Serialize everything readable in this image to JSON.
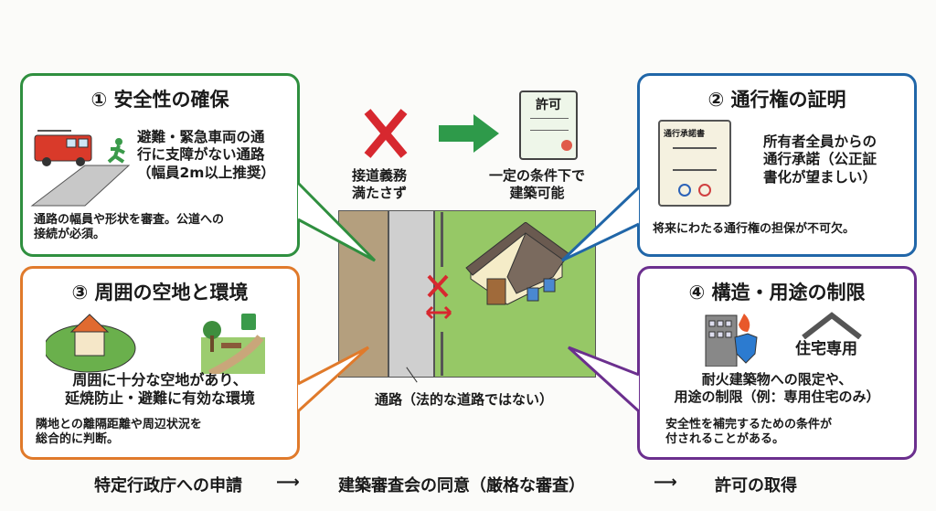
{
  "colors": {
    "green": "#2f8f3f",
    "blue": "#2066a8",
    "orange": "#e07a2b",
    "purple": "#6b2f8e",
    "red": "#d7282f"
  },
  "center": {
    "before_label": "接道義務\n満たさず",
    "after_label": "一定の条件下で\n建築可能",
    "certificate_title": "許可",
    "passage_label": "通路（法的な道路ではない）"
  },
  "boxes": [
    {
      "title": "① 安全性の確保",
      "main": "避難・緊急車両の通\n行に支障がない通路\n（幅員2m以上推奨）",
      "note": "通路の幅員や形状を審査。公道への\n接続が必須。",
      "icon": "fire-truck-runner-icon"
    },
    {
      "title": "② 通行権の証明",
      "main": "所有者全員からの\n通行承諾（公正証\n書化が望ましい）",
      "note": "将来にわたる通行権の担保が不可欠。",
      "doc_title": "通行承諾書",
      "icon": "consent-document-icon"
    },
    {
      "title": "③ 周囲の空地と環境",
      "main": "周囲に十分な空地があり、\n延焼防止・避難に有効な環境",
      "note": "隣地との離隔距離や周辺状況を\n総合的に判断。",
      "icon": "open-space-park-icon"
    },
    {
      "title": "④ 構造・用途の制限",
      "main": "耐火建築物への限定や、\n用途の制限（例：専用住宅のみ）",
      "note": "安全性を補完するための条件が\n付されることがある。",
      "house_label": "住宅専用",
      "icon": "fireproof-building-icon"
    }
  ],
  "flow": {
    "steps": [
      "特定行政庁への申請",
      "建築審査会の同意（厳格な審査）",
      "許可の取得"
    ],
    "arrow": "⟶"
  }
}
